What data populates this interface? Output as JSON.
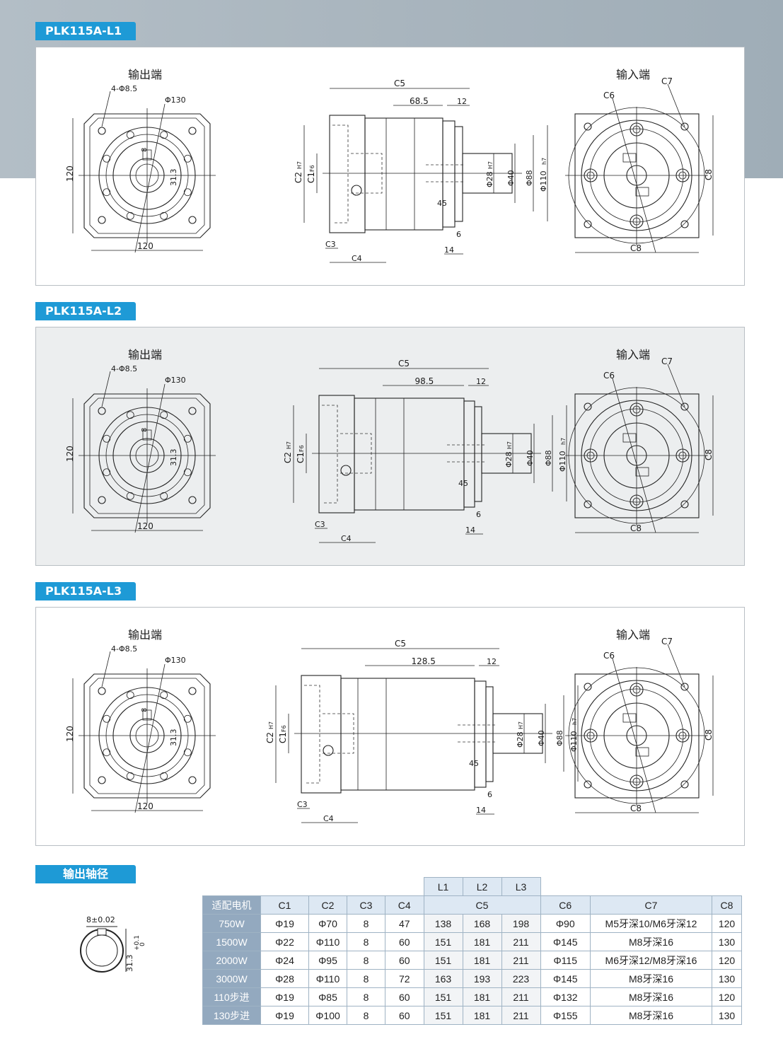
{
  "sections": [
    {
      "title": "PLK115A-L1",
      "left_label": "输出端",
      "right_label": "输入端",
      "dim_a": "68.5"
    },
    {
      "title": "PLK115A-L2",
      "left_label": "输出端",
      "right_label": "输入端",
      "dim_a": "98.5"
    },
    {
      "title": "PLK115A-L3",
      "left_label": "输出端",
      "right_label": "输入端",
      "dim_a": "128.5"
    }
  ],
  "dims": {
    "holes": "4-Φ8.5",
    "pcd": "Φ130",
    "size": "120",
    "key_h": "31.3",
    "key_w": "8",
    "c5": "C5",
    "c12": "12",
    "c2": "C2",
    "c2_sub": "H7",
    "c1": "C1",
    "c1_sub": "F6",
    "c3": "C3",
    "c4": "C4",
    "d28": "Φ28",
    "d28_sub": "H7",
    "d40": "Φ40",
    "d88": "Φ88",
    "d110": "Φ110",
    "d110_sub": "h7",
    "d45": "45",
    "d6": "6",
    "d14": "14",
    "c6": "C6",
    "c7": "C7",
    "c8": "C8"
  },
  "shaft": {
    "title": "输出轴径",
    "key_width": "8±0.02",
    "key_height": "31.3",
    "tol_upper": "+0.1",
    "tol_lower": "0"
  },
  "table": {
    "c5_subheaders": [
      "L1",
      "L2",
      "L3"
    ],
    "headers": [
      "适配电机",
      "C1",
      "C2",
      "C3",
      "C4",
      "C5",
      "C6",
      "C7",
      "C8"
    ],
    "rows": [
      [
        "750W",
        "Φ19",
        "Φ70",
        "8",
        "47",
        "138",
        "168",
        "198",
        "Φ90",
        "M5牙深10/M6牙深12",
        "120"
      ],
      [
        "1500W",
        "Φ22",
        "Φ110",
        "8",
        "60",
        "151",
        "181",
        "211",
        "Φ145",
        "M8牙深16",
        "130"
      ],
      [
        "2000W",
        "Φ24",
        "Φ95",
        "8",
        "60",
        "151",
        "181",
        "211",
        "Φ115",
        "M6牙深12/M8牙深16",
        "120"
      ],
      [
        "3000W",
        "Φ28",
        "Φ110",
        "8",
        "72",
        "163",
        "193",
        "223",
        "Φ145",
        "M8牙深16",
        "130"
      ],
      [
        "110步进",
        "Φ19",
        "Φ85",
        "8",
        "60",
        "151",
        "181",
        "211",
        "Φ132",
        "M8牙深16",
        "120"
      ],
      [
        "130步进",
        "Φ19",
        "Φ100",
        "8",
        "60",
        "151",
        "181",
        "211",
        "Φ155",
        "M8牙深16",
        "130"
      ]
    ]
  }
}
